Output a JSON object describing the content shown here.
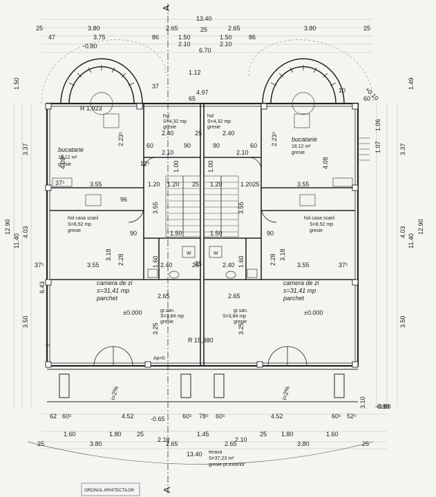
{
  "section_label": "A",
  "top_dims": {
    "overall": "13.40",
    "row1": [
      "25",
      "3.80",
      "2.65",
      "25",
      "2.65",
      "3.80",
      "25"
    ],
    "row2": [
      "47",
      "3.75",
      "86",
      "1.50",
      "1.50",
      "86"
    ],
    "row3": [
      "2.10",
      "2.10"
    ],
    "row4": [
      "6.70"
    ],
    "level_top": "-0.80",
    "mid": [
      "4.97",
      "65",
      "1.12",
      "37"
    ]
  },
  "left_dims": {
    "overall": "12.90",
    "inner": "11.40",
    "parts": [
      "1.50",
      "3.37",
      "4.03",
      "3.50"
    ],
    "small": [
      "37⁵",
      "6.43"
    ]
  },
  "right_dims": {
    "overall": "12.90",
    "inner": "11.40",
    "parts": [
      "1.49",
      "3.37",
      "4.03",
      "3.50",
      "3.10"
    ],
    "small": [
      "1.06",
      "1.07",
      "-0.80",
      "+0.10"
    ]
  },
  "rooms": {
    "hol_left": {
      "name": "hol",
      "area": "S=4,32 mp",
      "finish": "gresie"
    },
    "hol_right": {
      "name": "hol",
      "area": "S=4,32 mp",
      "finish": "gresie"
    },
    "kitchen_left": {
      "name": "bucatarie",
      "area": "18,12 m²",
      "finish": "gresie"
    },
    "kitchen_right": {
      "name": "bucatarie",
      "area": "18,12 m²",
      "finish": "gresie"
    },
    "stair_left": {
      "name": "hol casa scarii",
      "area": "S=8,52 mp",
      "finish": "gresie"
    },
    "stair_right": {
      "name": "hol casa scarii",
      "area": "S=8,52 mp",
      "finish": "gresie"
    },
    "living_left": {
      "name": "camera de zi",
      "area": "s=31,41 mp",
      "finish": "parchet"
    },
    "living_right": {
      "name": "camera de zi",
      "area": "s=31,41 mp",
      "finish": "parchet"
    },
    "wc_left": {
      "name": "gr.san.",
      "area": "S=3,84 mp",
      "finish": "gresie"
    },
    "wc_right": {
      "name": "gr.san.",
      "area": "S=3,84 mp",
      "finish": "gresie"
    },
    "terrace": {
      "name": "terasa",
      "area": "S=37,23 m²",
      "finish": "gresie pt.exterior"
    }
  },
  "interior_dims": {
    "row_240": [
      "2.40",
      "25",
      "2.40"
    ],
    "row_210": [
      "60",
      "2.10",
      "90",
      "90",
      "2.10",
      "60"
    ],
    "row_120": [
      "3.55",
      "1.20",
      "1.20",
      "25",
      "1.20",
      "1.2025",
      "3.55"
    ],
    "row_150": [
      "90",
      "1.50",
      "1.50",
      "90"
    ],
    "row_355": [
      "3.55",
      "2.40",
      "25",
      "2.40",
      "3.55",
      "37⁵"
    ],
    "row_265": [
      "2.65",
      "2.65"
    ],
    "vert": [
      "3.55",
      "3.55",
      "3.18",
      "3.18",
      "2.28",
      "2.28",
      "3.25",
      "3.25",
      "4.09⁵",
      "4.08",
      "2.23⁵",
      "2.23⁵",
      "1.60",
      "1.60"
    ],
    "misc": [
      "12⁵",
      "37⁵",
      "25",
      "10",
      "96",
      "60",
      "1.00",
      "1.00"
    ]
  },
  "levels": {
    "zero_left": "±0.000",
    "zero_right": "±0.000",
    "radius_top": "R 1,923",
    "radius_bottom": "R 15,380",
    "ap": "Ap=0"
  },
  "bottom_dims": {
    "row1": [
      "62",
      "60⁵",
      "4.52",
      "60⁵",
      "78⁵",
      "60⁵",
      "4.52",
      "60⁵",
      "52⁵"
    ],
    "row2": [
      "1.60",
      "1.80",
      "25",
      "1.45",
      "25",
      "1.80",
      "1.60"
    ],
    "row3": [
      "2.10",
      "2.10"
    ],
    "row4": [
      "25",
      "3.80",
      "2.65",
      "2.65",
      "3.80",
      "25"
    ],
    "overall": "13.40",
    "levels": [
      "-0.65",
      "-0.80"
    ],
    "slopes": [
      "i=2%",
      "i=2%"
    ]
  },
  "stamp": "ORDINUL ARHITECTILOR"
}
